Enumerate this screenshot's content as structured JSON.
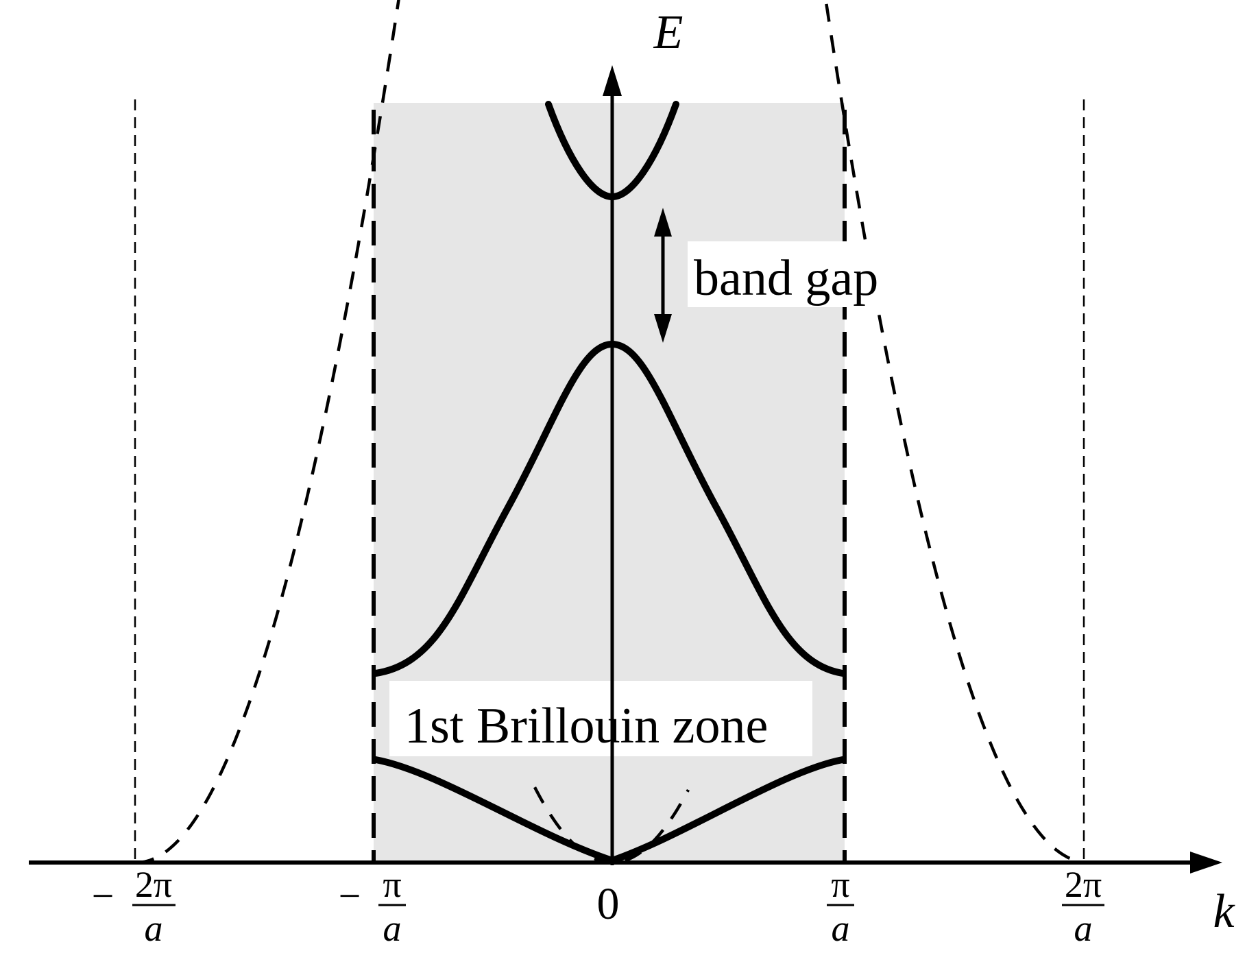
{
  "axes": {
    "y_label": "E",
    "x_label": "k"
  },
  "annotations": {
    "band_gap": "band gap",
    "brillouin_zone": "1st Brillouin zone"
  },
  "ticks": [
    {
      "sign": "−",
      "num": "2π",
      "den": "a"
    },
    {
      "sign": "−",
      "num": "π",
      "den": "a"
    },
    {
      "sign": "",
      "num": "0",
      "den": ""
    },
    {
      "sign": "",
      "num": "π",
      "den": "a"
    },
    {
      "sign": "",
      "num": "2π",
      "den": "a"
    }
  ],
  "colors": {
    "ink": "#000000",
    "zone_fill": "#e6e6e6",
    "background": "#ffffff"
  }
}
